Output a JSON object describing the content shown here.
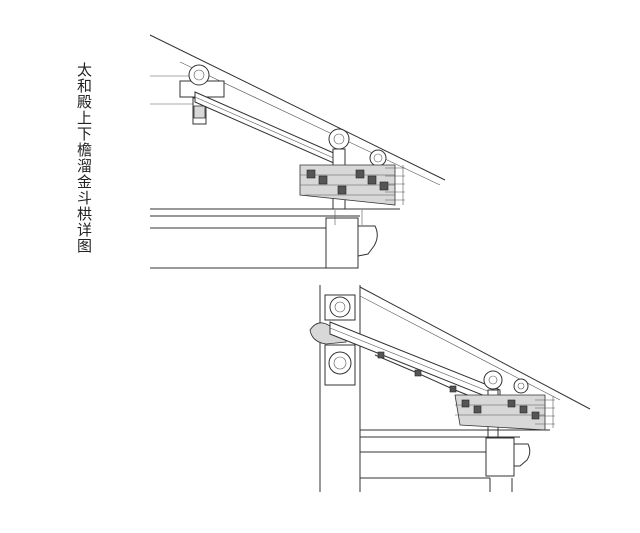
{
  "title": "太和殿上下檐溜金斗栱详图",
  "diagram": {
    "upper_eave": {
      "rafter_purlins": 3,
      "bracket_tiers": 6
    },
    "lower_eave": {
      "rafter_purlins": 2,
      "bracket_tiers": 6
    }
  }
}
